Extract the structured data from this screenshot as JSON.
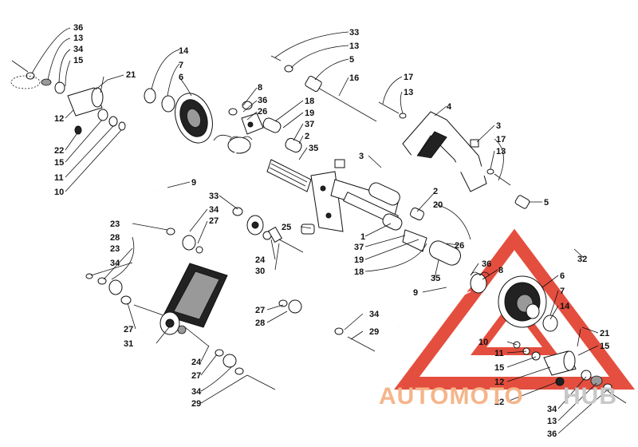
{
  "watermark": {
    "text_a": "AUTOMOTO",
    "text_b": "HUB",
    "color_a": "#f5b58a",
    "color_b": "#c8c8c8",
    "triangle_color": "#e0301e"
  },
  "labels": [
    {
      "text": "36"
    },
    {
      "text": "13"
    },
    {
      "text": "34"
    },
    {
      "text": "15"
    },
    {
      "text": "21"
    },
    {
      "text": "12"
    },
    {
      "text": "22"
    },
    {
      "text": "15"
    },
    {
      "text": "11"
    },
    {
      "text": "10"
    },
    {
      "text": "14"
    },
    {
      "text": "7"
    },
    {
      "text": "6"
    },
    {
      "text": "8"
    },
    {
      "text": "36"
    },
    {
      "text": "26"
    },
    {
      "text": "9"
    },
    {
      "text": "33"
    },
    {
      "text": "13"
    },
    {
      "text": "5"
    },
    {
      "text": "16"
    },
    {
      "text": "17"
    },
    {
      "text": "13"
    },
    {
      "text": "4"
    },
    {
      "text": "3"
    },
    {
      "text": "17"
    },
    {
      "text": "13"
    },
    {
      "text": "5"
    },
    {
      "text": "32"
    },
    {
      "text": "18"
    },
    {
      "text": "19"
    },
    {
      "text": "37"
    },
    {
      "text": "2"
    },
    {
      "text": "35"
    },
    {
      "text": "3"
    },
    {
      "text": "33"
    },
    {
      "text": "34"
    },
    {
      "text": "27"
    },
    {
      "text": "23"
    },
    {
      "text": "28"
    },
    {
      "text": "23"
    },
    {
      "text": "34"
    },
    {
      "text": "25"
    },
    {
      "text": "24"
    },
    {
      "text": "30"
    },
    {
      "text": "1"
    },
    {
      "text": "37"
    },
    {
      "text": "19"
    },
    {
      "text": "18"
    },
    {
      "text": "2"
    },
    {
      "text": "20"
    },
    {
      "text": "26"
    },
    {
      "text": "36"
    },
    {
      "text": "8"
    },
    {
      "text": "35"
    },
    {
      "text": "9"
    },
    {
      "text": "6"
    },
    {
      "text": "7"
    },
    {
      "text": "14"
    },
    {
      "text": "27"
    },
    {
      "text": "31"
    },
    {
      "text": "27"
    },
    {
      "text": "28"
    },
    {
      "text": "34"
    },
    {
      "text": "29"
    },
    {
      "text": "24"
    },
    {
      "text": "27"
    },
    {
      "text": "34"
    },
    {
      "text": "29"
    },
    {
      "text": "10"
    },
    {
      "text": "11"
    },
    {
      "text": "15"
    },
    {
      "text": "12"
    },
    {
      "text": "22"
    },
    {
      "text": "21"
    },
    {
      "text": "15"
    },
    {
      "text": "34"
    },
    {
      "text": "13"
    },
    {
      "text": "36"
    }
  ]
}
